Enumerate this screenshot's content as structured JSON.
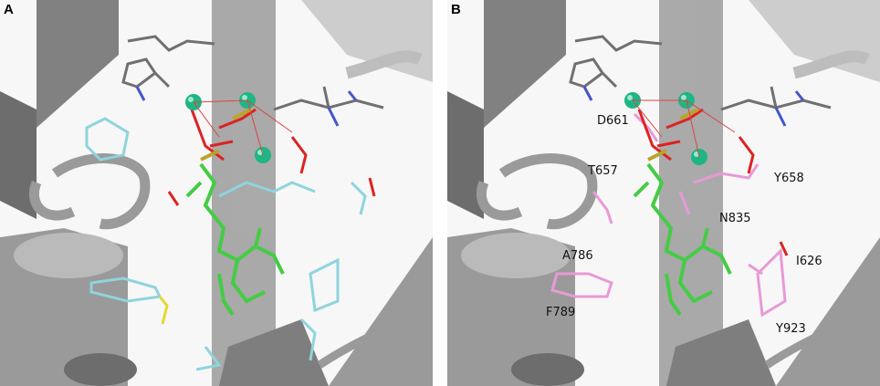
{
  "figure": {
    "panels": [
      {
        "letter": "A",
        "labels": []
      },
      {
        "letter": "B",
        "labels": [
          "D661",
          "T657",
          "Y658",
          "N835",
          "A786",
          "I626",
          "F789",
          "Y923"
        ]
      }
    ]
  },
  "colors": {
    "helix": "#7a7a7a",
    "helix_dark": "#5c5c5c",
    "ligand": "#44cc44",
    "ion": "#1fb584",
    "oxygen": "#dd2222",
    "nitrogen": "#4455cc",
    "residue_a": "#8fd4dd",
    "residue_b": "#e89ad6",
    "carbon_grey": "#707070",
    "phosphorus": "#b8a52a"
  }
}
